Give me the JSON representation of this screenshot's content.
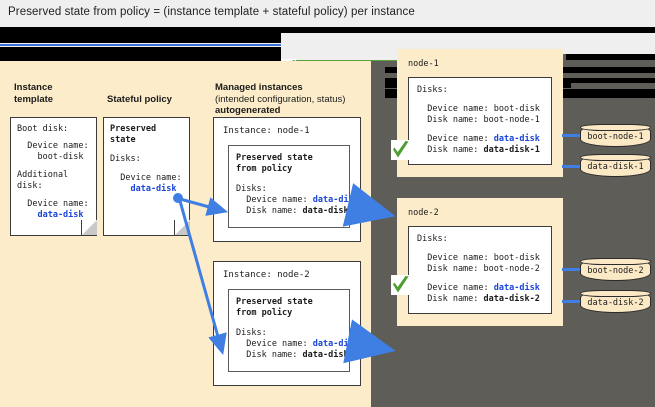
{
  "title": "Preserved state from policy = (instance template + stateful policy) per instance",
  "legend": {
    "redacted": true,
    "check_icon": "green-check-icon",
    "swatch_green": "#5c9e3a",
    "swatch_cream": "#fbe9c6",
    "swatch_blue": "#3f7fe4",
    "swatch_gray": "#5f5d57"
  },
  "colors": {
    "cream_panel": "#fcecca",
    "gray_panel": "#5f5d57",
    "accent_blue": "#1a45d8",
    "link_blue": "#3f7fe4",
    "check_green": "#4f9e31",
    "page_bg": "#efefef"
  },
  "columns": {
    "instance_template": "Instance\ntemplate",
    "stateful_policy": "Stateful policy",
    "managed_instances_title": "Managed instances",
    "managed_instances_sub": "(intended configuration, status)",
    "managed_instances_auto": "autogenerated"
  },
  "instance_template_card": {
    "l1": "Boot disk:",
    "l2": "  Device name:",
    "l3": "    boot-disk",
    "l4": "Additional",
    "l5": "disk:",
    "l6": "  Device name:",
    "l7": "    data-disk"
  },
  "stateful_policy_card": {
    "l1": "Preserved",
    "l2": "state",
    "l3": "Disks:",
    "l4": "  Device name:",
    "l5": "    data-disk"
  },
  "managed_instances": [
    {
      "instance_line": "Instance: node-1",
      "preserved_title_1": "Preserved state",
      "preserved_title_2": "from policy",
      "disks_label": "Disks:",
      "device_name_label": "  Device name: ",
      "device_name_value": "data-disk",
      "disk_name_label": "  Disk name: ",
      "disk_name_value": "data-disk-1"
    },
    {
      "instance_line": "Instance: node-2",
      "preserved_title_1": "Preserved state",
      "preserved_title_2": "from policy",
      "disks_label": "Disks:",
      "device_name_label": "  Device name: ",
      "device_name_value": "data-disk",
      "disk_name_label": "  Disk name: ",
      "disk_name_value": "data-disk-2"
    }
  ],
  "gray_panel": {
    "header_redacted_line_1": "",
    "header_redacted_line_2": ""
  },
  "nodes": [
    {
      "name": "node-1",
      "disks_label": "Disks:",
      "boot_device_label": "  Device name: boot-disk",
      "boot_disk_label": "  Disk name: boot-node-1",
      "data_device_label": "  Device name: ",
      "data_device_value": "data-disk",
      "data_disk_label": "  Disk name: ",
      "data_disk_value": "data-disk-1",
      "disk_shapes": [
        "boot-node-1",
        "data-disk-1"
      ]
    },
    {
      "name": "node-2",
      "disks_label": "Disks:",
      "boot_device_label": "  Device name: boot-disk",
      "boot_disk_label": "  Disk name: boot-node-2",
      "data_device_label": "  Device name: ",
      "data_device_value": "data-disk",
      "data_disk_label": "  Disk name: ",
      "data_disk_value": "data-disk-2",
      "disk_shapes": [
        "boot-node-2",
        "data-disk-2"
      ]
    }
  ],
  "disks": {
    "boot_node_1": "boot-node-1",
    "data_disk_1": "data-disk-1",
    "boot_node_2": "boot-node-2",
    "data_disk_2": "data-disk-2"
  }
}
